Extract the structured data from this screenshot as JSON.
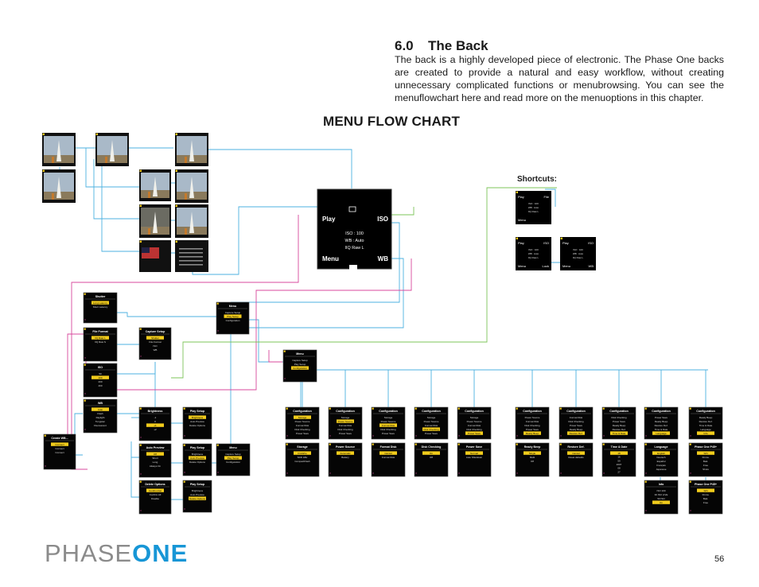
{
  "section": {
    "number": "6.0",
    "title": "The Back",
    "body": "The back is a highly developed piece of electronic. The Phase One backs are created to provide a natural and easy workflow, without creating unnecessary complicated functions or menubrowsing. You can see the menuflowchart here and read more on the menuoptions in this chapter."
  },
  "flowchart": {
    "title": "MENU FLOW CHART",
    "shortcuts_label": "Shortcuts:",
    "main_display": {
      "top_left": "Play",
      "top_right": "ISO",
      "bottom_left": "Menu",
      "bottom_right": "WB",
      "line1": "ISO : 100",
      "line2": "WB : Auto",
      "line3": "IIQ Raw L"
    },
    "shortcut_screens": [
      {
        "tl": "Play",
        "tr": "File",
        "lines": [
          "ISO : 100",
          "WB : Auto",
          "IIQ Raw L"
        ],
        "bl": "Menu",
        "br": ""
      },
      {
        "tl": "Play",
        "tr": "ISO",
        "lines": [
          "ISO : 100",
          "WB : Auto",
          "IIQ Raw L"
        ],
        "bl": "Menu",
        "br": "Lock"
      },
      {
        "tl": "Play",
        "tr": "ISO",
        "lines": [
          "ISO : 100",
          "WB : Auto",
          "IIQ Raw L"
        ],
        "bl": "Menu",
        "br": "WB"
      }
    ],
    "left_screens": [
      {
        "title": "Shutter",
        "lines": [
          "Long Latency",
          "Short Latency"
        ]
      },
      {
        "title": "File Format",
        "lines": [
          "IIQ Raw L",
          "IIQ Raw S"
        ]
      },
      {
        "title": "ISO",
        "lines": [
          "50",
          "100",
          "200",
          "400"
        ]
      },
      {
        "title": "WB",
        "lines": [
          "Auto",
          "Flash",
          "Daylight",
          "Tungsten",
          "Fluorescent"
        ]
      },
      {
        "title": "Create WB...",
        "lines": [
          "Connect",
          "Connect",
          "Connect"
        ]
      }
    ],
    "capture_setup": {
      "title": "Capture Setup",
      "lines": [
        "Shutter",
        "File Format",
        "ISO",
        "WB"
      ]
    },
    "menu_top": {
      "title": "Menu",
      "lines": [
        "Capture Setup",
        "Play Setup",
        "Configuration"
      ]
    },
    "menu_center": {
      "title": "Menu",
      "lines": [
        "Capture Setup",
        "Play Setup",
        "Configuration"
      ]
    },
    "play_column": [
      {
        "title": "Brightness",
        "lines": [
          "-1",
          "0",
          "+1",
          "+2"
        ]
      },
      {
        "title": "Play Setup",
        "lines": [
          "Brightness",
          "Auto Preview",
          "Delete Options"
        ]
      },
      {
        "title": "Auto Preview",
        "lines": [
          "Off",
          "Short",
          "Long",
          "Always On"
        ]
      },
      {
        "title": "Play Setup",
        "lines": [
          "Brightness",
          "Auto Preview",
          "Delete Options"
        ]
      },
      {
        "title": "Menu",
        "lines": [
          "Capture Setup",
          "Play Setup",
          "Configuration"
        ]
      },
      {
        "title": "Delete Options",
        "lines": [
          "Confirm Del",
          "Confirm All",
          "Disable"
        ]
      },
      {
        "title": "Play Setup",
        "lines": [
          "Brightness",
          "Auto Preview",
          "Delete Options"
        ]
      }
    ],
    "config_screens": [
      {
        "title": "Configuration",
        "lines": [
          "Storage",
          "Power Source",
          "Format Disk",
          "Disk Checking",
          "Power Save"
        ]
      },
      {
        "title": "Configuration",
        "lines": [
          "Storage",
          "Power Source",
          "Format Disk",
          "Disk Checking",
          "Power Save"
        ]
      },
      {
        "title": "Configuration",
        "lines": [
          "Storage",
          "Power Source",
          "Format Disk",
          "Disk Checking",
          "Power Save"
        ]
      },
      {
        "title": "Configuration",
        "lines": [
          "Storage",
          "Power Source",
          "Format Disk",
          "Disk Checking",
          "Power Save"
        ]
      },
      {
        "title": "Configuration",
        "lines": [
          "Storage",
          "Power Source",
          "Format Disk",
          "Disk Checking",
          "Power Save"
        ]
      },
      {
        "title": "Configuration",
        "lines": [
          "Power Source",
          "Format Disk",
          "Disk Checking",
          "Power Save",
          "Ready Beep"
        ]
      },
      {
        "title": "Configuration",
        "lines": [
          "Format Disk",
          "Disk Checking",
          "Power Save",
          "Ready Beep",
          "Restore Def."
        ]
      },
      {
        "title": "Configuration",
        "lines": [
          "Disk Checking",
          "Power Save",
          "Ready Beep",
          "Restore Def.",
          "Time & Date"
        ]
      },
      {
        "title": "Configuration",
        "lines": [
          "Power Save",
          "Ready Beep",
          "Restore Def.",
          "Time & Date",
          "Language"
        ]
      },
      {
        "title": "Configuration",
        "lines": [
          "Ready Beep",
          "Restore Def.",
          "Time & Date",
          "Language",
          "Info"
        ]
      }
    ],
    "sub_screens": [
      {
        "title": "Storage",
        "lines": [
          "FireWire",
          "SDD 18H",
          "CompactFlash"
        ]
      },
      {
        "title": "Power Source",
        "lines": [
          "Automatic",
          "Battery"
        ]
      },
      {
        "title": "Format Disk",
        "lines": [
          "Cancel",
          "Format Disk"
        ]
      },
      {
        "title": "Disk Checking",
        "lines": [
          "On",
          "Off"
        ]
      },
      {
        "title": "Power Save",
        "lines": [
          "Normal",
          "Auto Shutdown"
        ]
      },
      {
        "title": "Ready Beep",
        "lines": [
          "Single",
          "Multi",
          "Off"
        ]
      },
      {
        "title": "Restore Def.",
        "lines": [
          "Cancel",
          "Reset defaults"
        ]
      },
      {
        "title": "Time & Date",
        "lines": [
          "18",
          "16",
          "59",
          "2007",
          "08",
          "27"
        ]
      },
      {
        "title": "Language",
        "lines": [
          "English",
          "Deutsch",
          "Español",
          "Français",
          "Japanese"
        ]
      },
      {
        "title": "Phase One P45+",
        "lines": [
          "S/N",
          "Firmw.",
          "Batt.",
          "Free",
          "Shots"
        ]
      }
    ],
    "info_screens": [
      {
        "title": "Info",
        "lines": [
          "ISO 100",
          "30 ISO LIVE",
          "50 ISO",
          "On"
        ]
      },
      {
        "title": "Phase One P45+",
        "lines": [
          "S/N",
          "Firmw.",
          "Batt.",
          "Free"
        ]
      }
    ]
  },
  "footer": {
    "logo_light": "PHASE",
    "logo_bold": "ONE",
    "page_number": "56"
  },
  "colors": {
    "line_blue": "#4db2e0",
    "line_pink": "#d8489c",
    "line_green": "#7cc45a",
    "highlight": "#f2cc1c",
    "screen_bg": "#050505",
    "logo_blue": "#1796d6",
    "logo_grey": "#8b8b8b"
  }
}
